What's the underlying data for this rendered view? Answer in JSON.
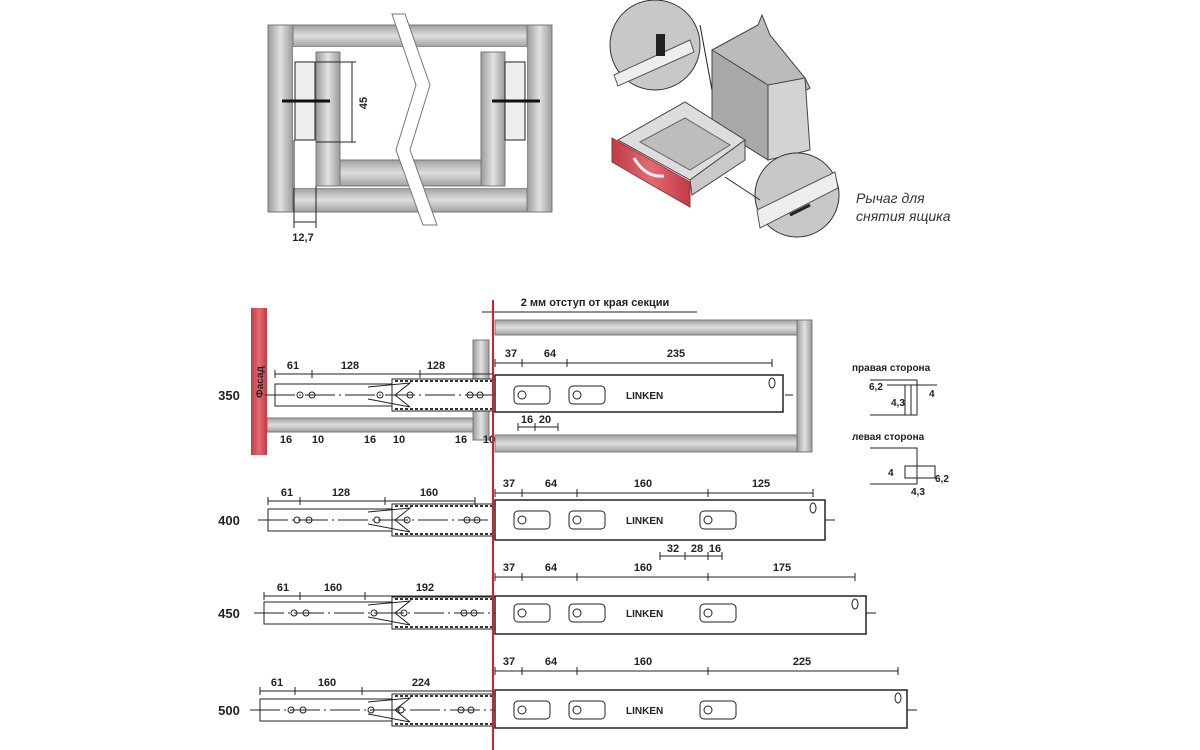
{
  "top_section": {
    "dim_width": "12,7",
    "dim_height": "45",
    "lever_note_line1": "Рычаг для",
    "lever_note_line2": "снятия ящика"
  },
  "bottom_section": {
    "offset_note": "2 мм отступ от края секции",
    "facade_label": "Фасад",
    "logo": "LINKEN",
    "right_side": {
      "title": "правая сторона",
      "d1": "6,2",
      "d2": "4",
      "d3": "4,3"
    },
    "left_side": {
      "title": "левая сторона",
      "d1": "4",
      "d2": "6,2",
      "d3": "4,3"
    },
    "rows": [
      {
        "length": "350",
        "left_dims": [
          "61",
          "128",
          "128"
        ],
        "bottom_dims": [
          "16",
          "10",
          "16",
          "10",
          "16",
          "10"
        ],
        "right_dims": [
          "37",
          "64",
          "235"
        ],
        "under_dims": [
          "16",
          "20"
        ]
      },
      {
        "length": "400",
        "left_dims": [
          "61",
          "128",
          "160"
        ],
        "bottom_dims": [],
        "right_dims": [
          "37",
          "64",
          "160",
          "125"
        ],
        "under_dims": [
          "32",
          "28",
          "16"
        ]
      },
      {
        "length": "450",
        "left_dims": [
          "61",
          "160",
          "192"
        ],
        "bottom_dims": [],
        "right_dims": [
          "37",
          "64",
          "160",
          "175"
        ],
        "under_dims": []
      },
      {
        "length": "500",
        "left_dims": [
          "61",
          "160",
          "224"
        ],
        "bottom_dims": [],
        "right_dims": [
          "37",
          "64",
          "160",
          "225"
        ],
        "under_dims": []
      }
    ]
  },
  "colors": {
    "facade": "#d0454f",
    "panel": "#b8b8b8",
    "guide": "#d4202a"
  }
}
